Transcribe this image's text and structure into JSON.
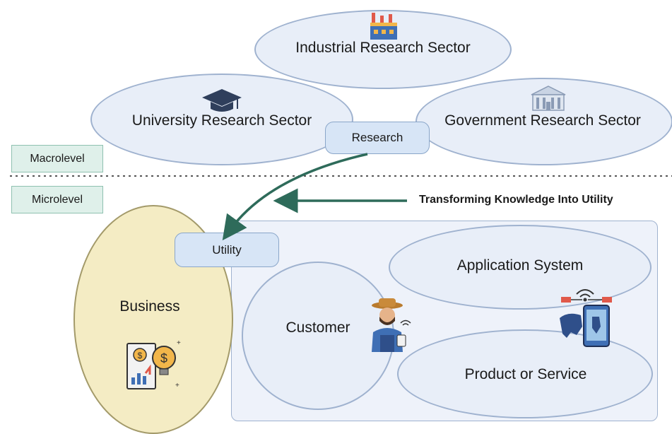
{
  "sectors": {
    "industrial": "Industrial Research Sector",
    "university": "University Research Sector",
    "government": "Government Research Sector"
  },
  "research_label": "Research",
  "utility_label": "Utility",
  "levels": {
    "macro": "Macrolevel",
    "micro": "Microlevel"
  },
  "transform_label": "Transforming Knowledge Into Utility",
  "business_label": "Business",
  "customer_label": "Customer",
  "application_label": "Application System",
  "product_label": "Product or Service",
  "colors": {
    "ellipse_fill": "#e8eef8",
    "ellipse_border": "#9fb2cf",
    "business_fill": "#f4ecc4",
    "arrow": "#2e6b5a",
    "level_fill": "#dff0ea"
  }
}
